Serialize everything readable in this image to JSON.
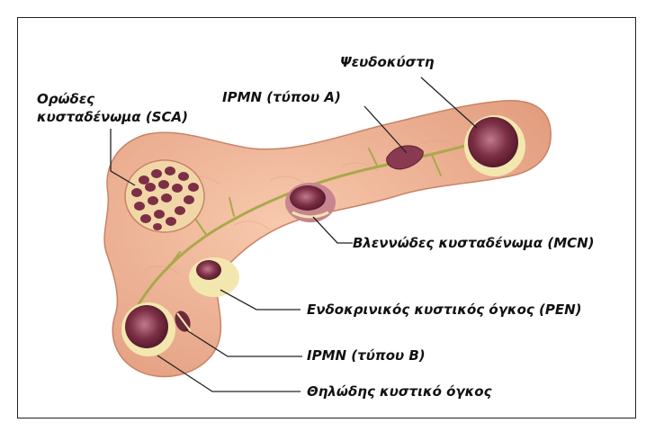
{
  "labels": {
    "pseudocyst": "Ψευδοκύστη",
    "ipmn_a": "IPMN (τύπου Α)",
    "sca_line1": "Ορώδες",
    "sca_line2": "κυσταδένωμα (SCA)",
    "mcn": "Βλεννώδες κυσταδένωμα (MCN)",
    "pen": "Ενδοκρινικός κυστικός όγκος (PEN)",
    "ipmn_b": "IPMN (τύπου Β)",
    "spn": "Θηλώδης κυστικό όγκος"
  },
  "colors": {
    "tissue": "#f2b89a",
    "tissue_dark": "#d98f72",
    "duct": "#a9a94a",
    "cyst": "#7c2f45",
    "cyst_rim": "#f3e7b0",
    "leader": "#222222"
  }
}
